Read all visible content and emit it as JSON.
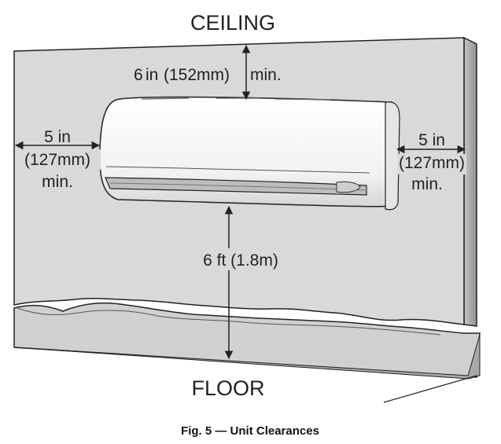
{
  "labels": {
    "ceiling": "CEILING",
    "floor": "FLOOR",
    "top_clearance_a": "6",
    "top_clearance_b": "in",
    "top_clearance_c": "(152mm)",
    "top_clearance_d": "min.",
    "left_clearance_1": "5 in",
    "left_clearance_2": "(127mm)",
    "left_clearance_3": "min.",
    "right_clearance_1": "5 in",
    "right_clearance_2": "(127mm)",
    "right_clearance_3": "min.",
    "floor_clearance": "6 ft (1.8m)"
  },
  "caption": "Fig. 5 — Unit Clearances",
  "colors": {
    "wall": "#d9d9d9",
    "wall_side": "#a9a9a9",
    "floor_slab": "#d0d0d0",
    "unit_body": "#ffffff",
    "outline": "#222222"
  }
}
